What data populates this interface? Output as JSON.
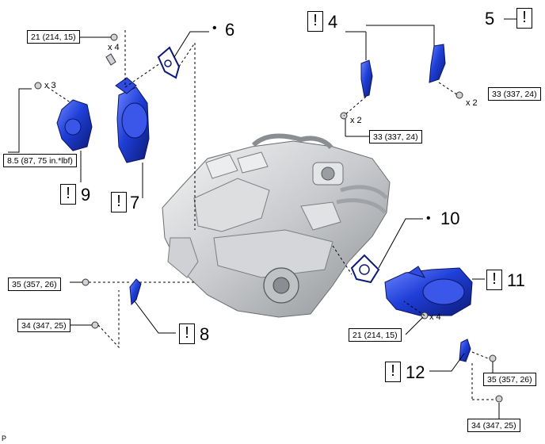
{
  "callouts": [
    {
      "id": "c4",
      "number": "4",
      "warn": "!"
    },
    {
      "id": "c5",
      "number": "5",
      "warn": "!"
    },
    {
      "id": "c6",
      "number": "6",
      "bullet": "•"
    },
    {
      "id": "c7",
      "number": "7",
      "warn": "!"
    },
    {
      "id": "c8",
      "number": "8",
      "warn": "!"
    },
    {
      "id": "c9",
      "number": "9",
      "warn": "!"
    },
    {
      "id": "c10",
      "number": "10",
      "bullet": "•"
    },
    {
      "id": "c11",
      "number": "11",
      "warn": "!"
    },
    {
      "id": "c12",
      "number": "12",
      "warn": "!"
    }
  ],
  "torque_specs": [
    "21 (214, 15)",
    "8.5 (87, 75 in.*lbf)",
    "33 (337, 24)",
    "33 (337, 24)",
    "35 (357, 26)",
    "34 (347, 25)",
    "21 (214, 15)",
    "35 (357, 26)",
    "34 (347, 25)"
  ],
  "quantities": [
    "x 4",
    "x 3",
    "x 2",
    "x 2",
    "x 4"
  ],
  "corner_code": "P",
  "colors": {
    "part_blue": "#1f3fd8",
    "part_dark": "#0f1f8a",
    "engine_gray": "#c9cbce",
    "line": "#000000"
  }
}
